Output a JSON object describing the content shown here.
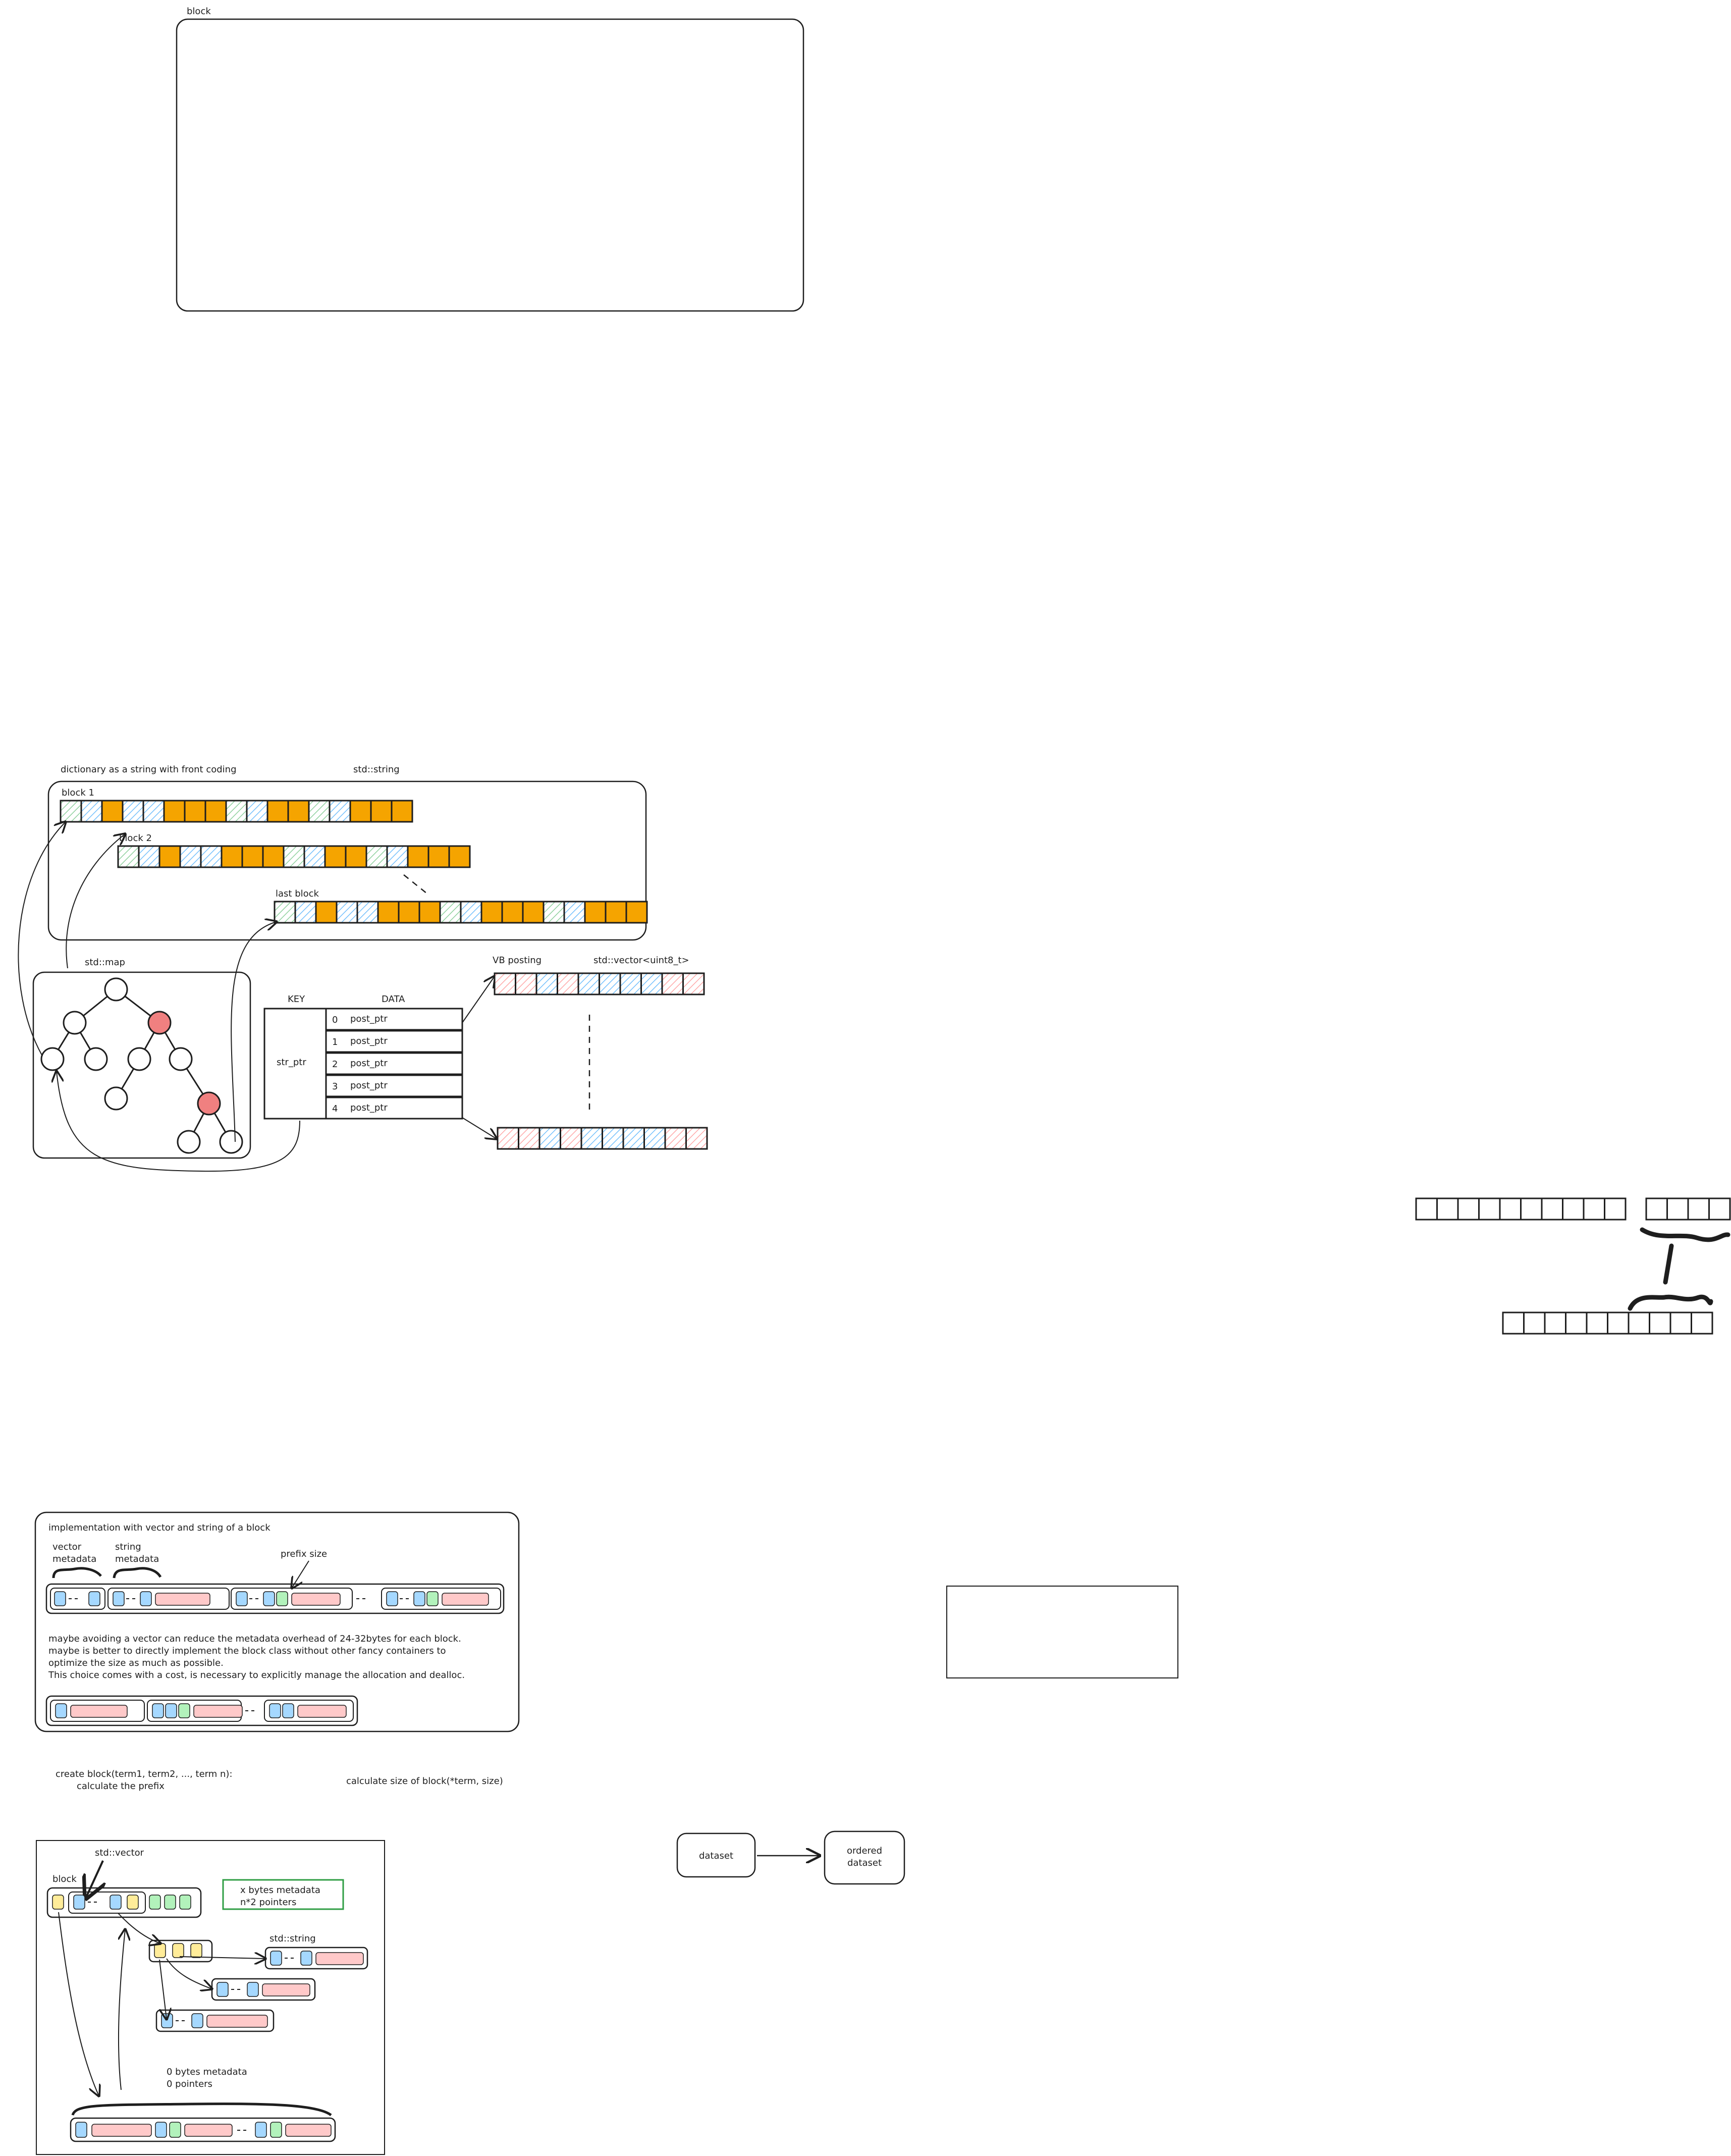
{
  "colors": {
    "ink": "#1e1e1e",
    "orange": "#f5a400",
    "red_node": "#f08080",
    "green_hatch": "#b2f2bb",
    "blue_hatch": "#a5d8ff",
    "pink": "#ffc9c9",
    "blue_box": "#a5d8ff",
    "green_box": "#b2f2bb",
    "yellow_box": "#ffec99",
    "legend_border": "#2f9e44"
  },
  "block_frame": {
    "label": "block"
  },
  "front_coding": {
    "title": "dictionary as a string with front coding",
    "type_label": "std::string",
    "rows": [
      {
        "label": "block 1",
        "cells": [
          "g",
          "b",
          "o",
          "b",
          "b",
          "o",
          "o",
          "o",
          "g",
          "b",
          "o",
          "o",
          "g",
          "b",
          "o",
          "o",
          "o"
        ]
      },
      {
        "label": "block 2",
        "cells": [
          "g",
          "b",
          "o",
          "b",
          "b",
          "o",
          "o",
          "o",
          "g",
          "b",
          "o",
          "o",
          "g",
          "b",
          "o",
          "o",
          "o"
        ]
      },
      {
        "label": "last block",
        "cells": [
          "g",
          "b",
          "o",
          "b",
          "b",
          "o",
          "o",
          "o",
          "g",
          "b",
          "o",
          "o",
          "o",
          "g",
          "b",
          "o",
          "o",
          "o"
        ]
      }
    ]
  },
  "std_map": {
    "label": "std::map",
    "table_key_header": "KEY",
    "table_data_header": "DATA",
    "key_label": "str_ptr",
    "rows": [
      {
        "index": "0",
        "value": "post_ptr"
      },
      {
        "index": "1",
        "value": "post_ptr"
      },
      {
        "index": "2",
        "value": "post_ptr"
      },
      {
        "index": "3",
        "value": "post_ptr"
      },
      {
        "index": "4",
        "value": "post_ptr"
      }
    ]
  },
  "vb_posting": {
    "label": "VB posting",
    "type_label": "std::vector<uint8_t>",
    "cells": [
      "p",
      "p",
      "b",
      "p",
      "b",
      "b",
      "b",
      "b",
      "p",
      "p"
    ]
  },
  "vector_block": {
    "title": "implementation with vector and string of a block",
    "vector_metadata": "vector\nmetadata",
    "string_metadata": "string\nmetadata",
    "prefix_size": "prefix size",
    "note_lines": [
      "maybe avoiding a vector can reduce the metadata overhead of 24-32bytes for each block.",
      "maybe is better to directly implement the block class without other fancy containers to",
      "optimize the size as much as possible.",
      "This choice comes with a cost, is necessary to explicitly manage the allocation and dealloc."
    ]
  },
  "functions": {
    "create": "create block(term1, term2, ..., term n):",
    "create_body": "calculate the prefix",
    "calc": "calculate size of block(*term, size)"
  },
  "pointer_block": {
    "std_vector": "std::vector",
    "block": "block",
    "std_string": "std::string",
    "legend_line1": "x bytes metadata",
    "legend_line2": "n*2 pointers",
    "footer_line1": "0 bytes metadata",
    "footer_line2": "0 pointers"
  },
  "pipeline": {
    "from": "dataset",
    "to_line1": "ordered",
    "to_line2": "dataset"
  }
}
